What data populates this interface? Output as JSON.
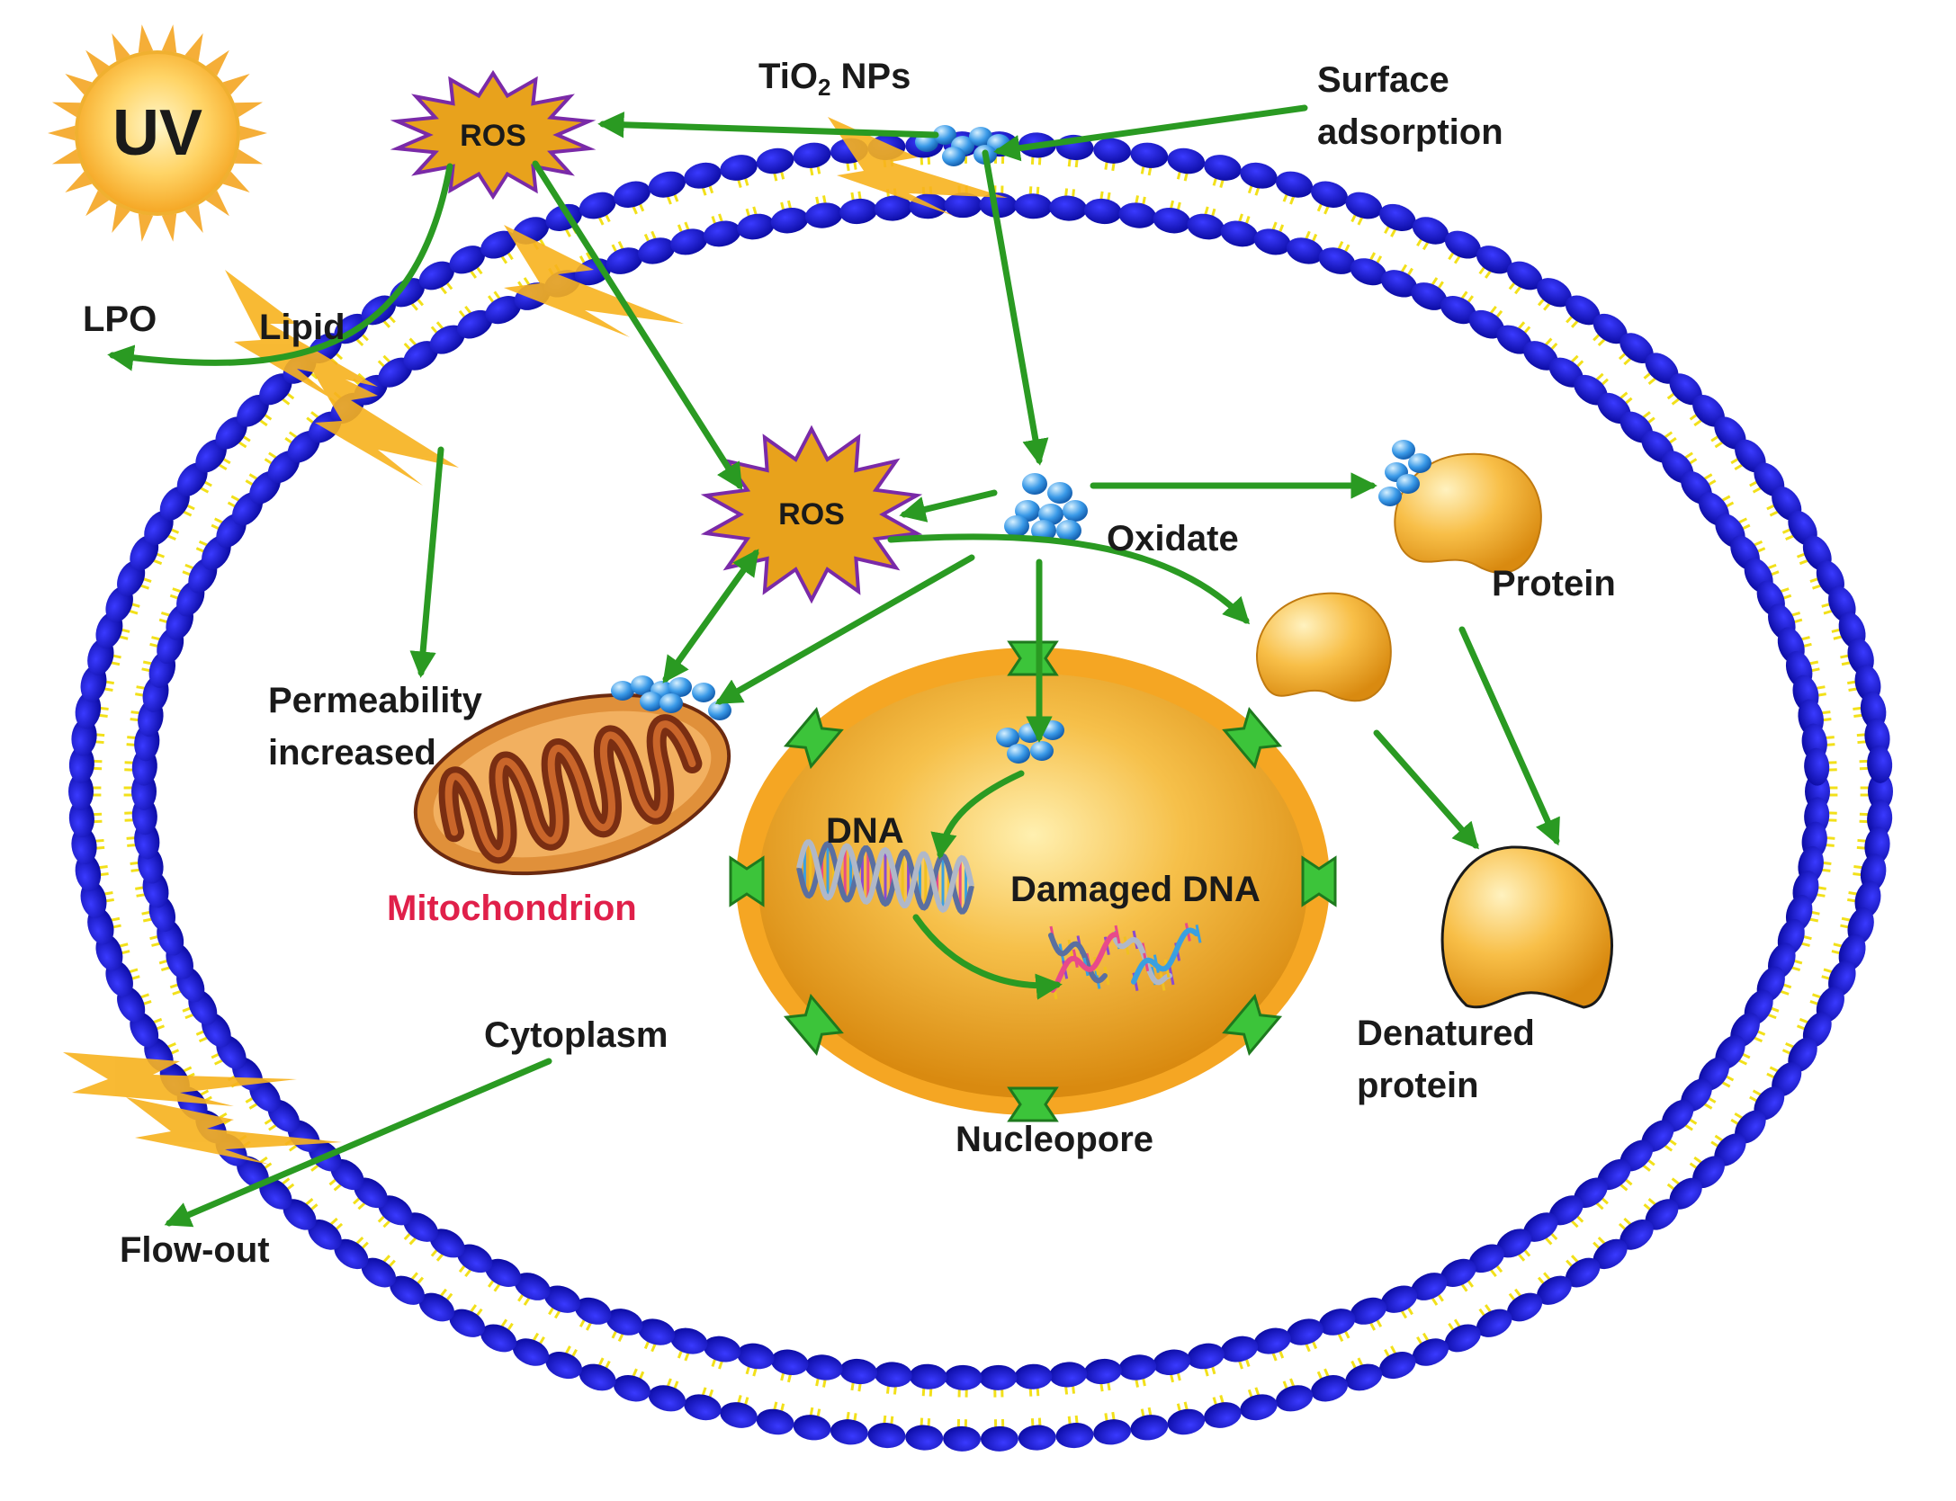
{
  "colors": {
    "arrow": "#2a9a22",
    "membrane_head": "#1010c8",
    "membrane_tail": "#f2e01a",
    "ros_fill": "#e8a21c",
    "ros_stroke": "#7a2aa8",
    "nucleus": "#f0a51e",
    "protein": "#f4ad2a",
    "nanoparticle": "#3a9ae8",
    "mitochondrion_label": "#e0204a",
    "lightning": "#f7b21e"
  },
  "icons": {
    "sun": "sun-icon",
    "ros": "starburst-icon",
    "nanoparticles": "nanoparticle-cluster-icon",
    "dna": "dna-helix-icon",
    "damaged_dna": "damaged-dna-icon",
    "nucleopore": "nucleopore-icon"
  },
  "labels": {
    "uv": "UV",
    "ros_top": "ROS",
    "ros_center": "ROS",
    "tio2_prefix": "TiO",
    "tio2_sub": "2",
    "tio2_suffix": " NPs",
    "surface_1": "Surface",
    "surface_2": "adsorption",
    "lpo": "LPO",
    "lipid": "Lipid",
    "oxidate": "Oxidate",
    "protein": "Protein",
    "permeability_1": "Permeability",
    "permeability_2": "increased",
    "mitochondrion": "Mitochondrion",
    "dna": "DNA",
    "damaged_dna": "Damaged DNA",
    "cytoplasm": "Cytoplasm",
    "denatured_1": "Denatured",
    "denatured_2": "protein",
    "nucleopore": "Nucleopore",
    "flow_out": "Flow-out"
  }
}
